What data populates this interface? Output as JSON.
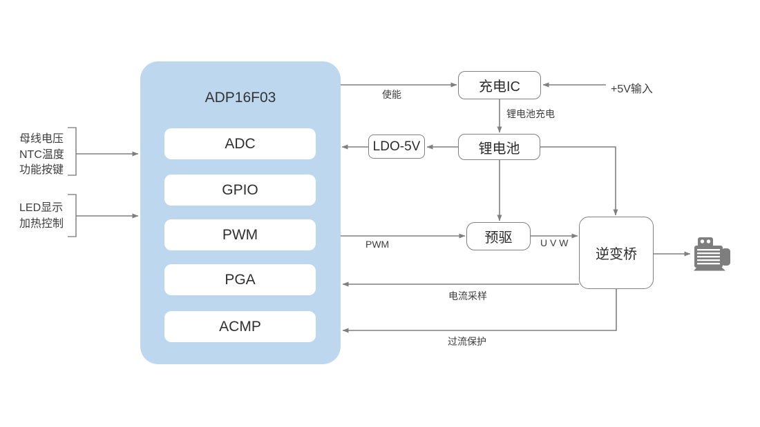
{
  "diagram": {
    "mcu": {
      "title": "ADP16F03",
      "peripherals": [
        "ADC",
        "GPIO",
        "PWM",
        "PGA",
        "ACMP"
      ]
    },
    "inputs": {
      "sense_group": [
        "母线电压",
        "NTC温度",
        "功能按键"
      ],
      "control_group": [
        "LED显示",
        "加热控制"
      ]
    },
    "blocks": {
      "charger_ic": "充电IC",
      "battery": "锂电池",
      "ldo": "LDO-5V",
      "pre_driver": "预驱",
      "inverter_bridge": "逆变桥"
    },
    "wire_labels": {
      "enable": "使能",
      "supply_5v": "+5V输入",
      "battery_charging": "锂电池充电",
      "pwm": "PWM",
      "uvw": "U V W",
      "current_sampling": "电流采样",
      "overcurrent_protection": "过流保护"
    },
    "colors": {
      "mcu_fill": "#BDD7EE",
      "wire": "#7F7F7F",
      "text": "#333333",
      "motor_icon": "#7E7E7E"
    },
    "icons": {
      "motor": "motor-icon"
    }
  }
}
